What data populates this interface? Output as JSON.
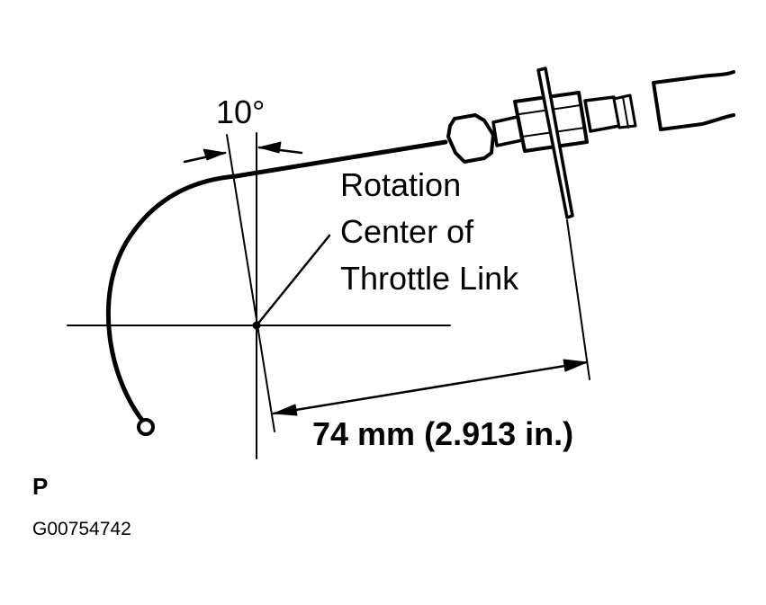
{
  "diagram": {
    "angle_label": "10°",
    "callout": {
      "lines": [
        "Rotation",
        "Center of",
        "Throttle Link"
      ]
    },
    "dimension_label": "74 mm (2.913 in.)",
    "view_label": "P",
    "figure_id": "G00754742",
    "colors": {
      "line": "#000000",
      "background": "#ffffff"
    }
  }
}
